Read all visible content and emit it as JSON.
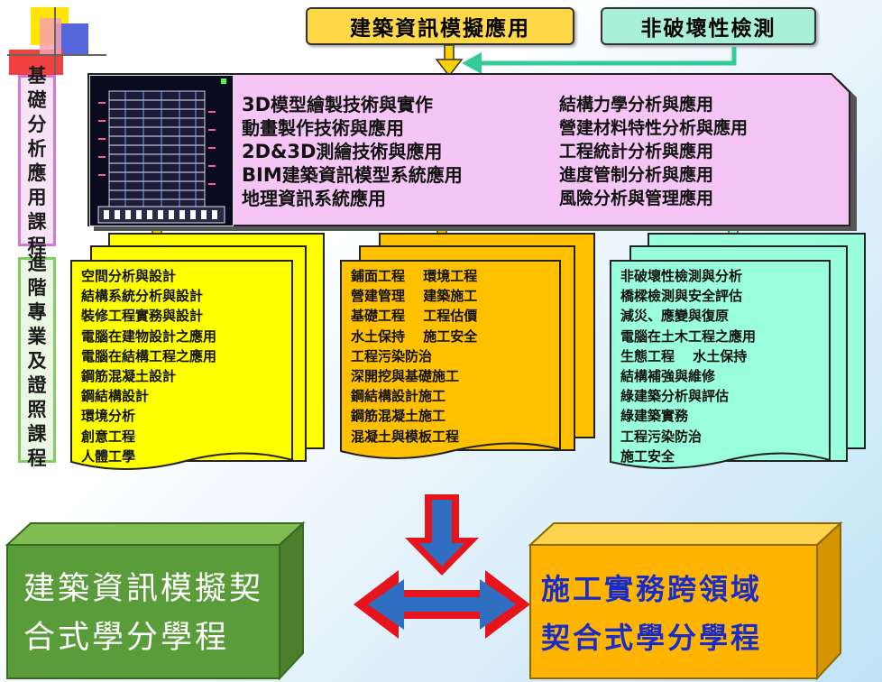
{
  "top": {
    "bim_app": "建築資訊模擬應用",
    "ndt": "非破壞性檢測"
  },
  "left_labels": {
    "basic": [
      "基",
      "礎",
      "分",
      "析",
      "應",
      "用",
      "課",
      "程"
    ],
    "advanced": [
      "進",
      "階",
      "專",
      "業",
      "及",
      "證",
      "照",
      "課",
      "程"
    ]
  },
  "basic_courses": {
    "left": [
      {
        "prefix": "3D",
        "text": "模型繪製技術與實作"
      },
      {
        "prefix": "",
        "text": "動畫製作技術與應用"
      },
      {
        "prefix": "2D&3D",
        "text": "測繪技術與應用"
      },
      {
        "prefix": "BIM",
        "text": "建築資訊模型系統應用"
      },
      {
        "prefix": "",
        "text": "地理資訊系統應用"
      }
    ],
    "right": [
      "結構力學分析與應用",
      "營建材料特性分析與應用",
      "工程統計分析與應用",
      "進度管制分析與應用",
      "風險分析與管理應用"
    ]
  },
  "advanced_courses": {
    "yellow": [
      "空間分析與設計",
      "結構系統分析與設計",
      "裝修工程實務與設計",
      "電腦在建物設計之應用",
      "電腦在結構工程之應用",
      "鋼筋混凝土設計",
      "鋼結構設計",
      "環境分析",
      "創意工程",
      "人體工學"
    ],
    "orange": [
      "鋪面工程　 環境工程",
      "營建管理　 建築施工",
      "基礎工程　 工程估價",
      "水土保持　 施工安全",
      "工程污染防治",
      "深開挖與基礎施工",
      "鋼結構設計施工",
      "鋼筋混凝土施工",
      "混凝土與模板工程"
    ],
    "green": [
      "非破壞性檢測與分析",
      "橋樑檢測與安全評估",
      "減災、應變與復原",
      "電腦在土木工程之應用",
      "生態工程　 水土保持",
      "結構補強與維修",
      "綠建築分析與評估",
      "綠建築實務",
      "工程污染防治",
      "施工安全"
    ]
  },
  "programs": {
    "bim_line1": "建築資訊模擬契",
    "bim_line2": "合式學分學程",
    "construction_line1": "施工實務跨領域",
    "construction_line2": "契合式學分學程"
  },
  "colors": {
    "yellow": "#ffff00",
    "orange": "#ffc000",
    "green": "#99ffdd",
    "pink": "#f5c6f5",
    "program_green": "#5a9b3a",
    "program_orange": "#ffb400",
    "arrow_red": "#e8141c",
    "arrow_blue": "#2e6fc2"
  }
}
